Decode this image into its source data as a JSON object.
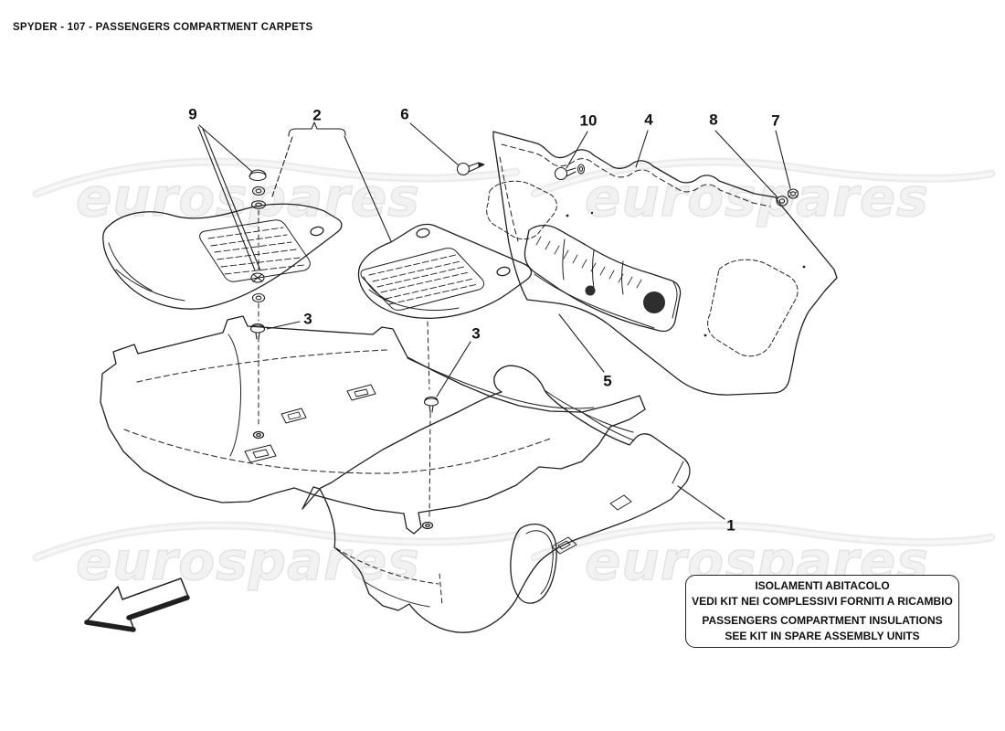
{
  "header": {
    "title": "SPYDER - 107 - PASSENGERS COMPARTMENT CARPETS"
  },
  "watermark": {
    "text": "eurospares"
  },
  "callouts": [
    {
      "label": "9"
    },
    {
      "label": "2"
    },
    {
      "label": "6"
    },
    {
      "label": "10"
    },
    {
      "label": "4"
    },
    {
      "label": "8"
    },
    {
      "label": "7"
    },
    {
      "label": "3"
    },
    {
      "label": "3"
    },
    {
      "label": "5"
    },
    {
      "label": "1"
    }
  ],
  "note_box": {
    "line1": "ISOLAMENTI ABITACOLO",
    "line2": "VEDI KIT NEI COMPLESSIVI FORNITI A RICAMBIO",
    "line3": "PASSENGERS COMPARTMENT INSULATIONS",
    "line4": "SEE KIT IN SPARE ASSEMBLY UNITS"
  },
  "colors": {
    "line": "#1f1f1f",
    "watermark_fill": "#f2f2f2",
    "watermark_stroke": "#e1e1e1",
    "background": "#ffffff"
  }
}
